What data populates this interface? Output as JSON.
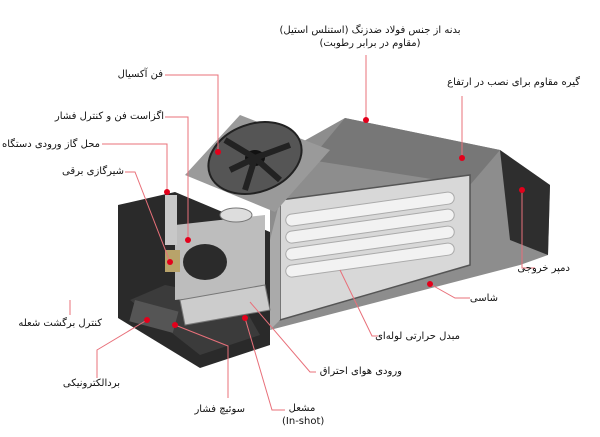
{
  "labels": {
    "body_line1": "بدنه از جنس فولاد ضدزنگ (استنلس استیل)",
    "body_line2": "(مقاوم در برابر رطوبت)",
    "hanger": "گیره مقاوم برای نصب در ارتفاع",
    "axial_fan": "فن آکسیال",
    "exhaust_fan": "اگزاست فن و کنترل فشار",
    "gas_inlet": "محل گاز ورودی دستگاه",
    "gas_valve": "شیرگازی برقی",
    "outlet_damper": "دمپر خروجی",
    "chassis": "شاسی",
    "heat_exchanger": "مبدل حرارتی لوله‌ای",
    "combustion_air": "ورودی هوای احتراق",
    "flame_control": "کنترل برگشت شعله",
    "electronic_board": "بردالکترونیکی",
    "pressure_switch": "سوئیچ فشار",
    "burner": "مشعل",
    "burner_type": "(In-shot)"
  },
  "colors": {
    "leader": "#e8707a",
    "dot": "#e3001b"
  }
}
